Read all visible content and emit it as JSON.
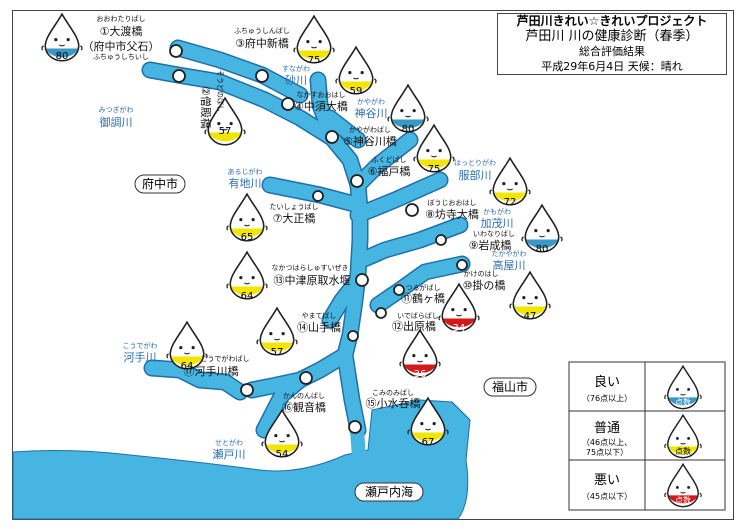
{
  "header": {
    "project": "芦田川きれい☆きれいプロジェクト",
    "title": "芦田川 川の健康診断（春季）",
    "subtitle": "総合評価結果",
    "date_weather": "平成29年6月4日 天候：晴れ"
  },
  "cities": {
    "fuchu": "府中市",
    "fukuyama": "福山市"
  },
  "sea": "瀬戸内海",
  "legend": [
    {
      "label": "良い",
      "range": "（76点以上）",
      "score_text": "点数",
      "color": "#3a98c4"
    },
    {
      "label": "普通",
      "range_line1": "（46点以上、",
      "range_line2": "75点以下）",
      "score_text": "点数",
      "color": "#f2e600"
    },
    {
      "label": "悪い",
      "range": "（45点以下）",
      "score_text": "点数",
      "color": "#d31a1a"
    }
  ],
  "colors": {
    "good": "#3a98c4",
    "normal": "#f2e600",
    "bad": "#d31a1a",
    "river": "#46b5e1",
    "river_stroke": "#1f6fa8",
    "river_label": "#2a6eb0"
  },
  "rivers": [
    {
      "ruby": "みつぎがわ",
      "name": "御調川"
    },
    {
      "ruby": "すながわ",
      "name": "砂川"
    },
    {
      "ruby": "かやがわ",
      "name": "神谷川"
    },
    {
      "ruby": "あるじがわ",
      "name": "有地川"
    },
    {
      "ruby": "はっとりがわ",
      "name": "服部川"
    },
    {
      "ruby": "かもがわ",
      "name": "加茂川"
    },
    {
      "ruby": "たかやがわ",
      "name": "高屋川"
    },
    {
      "ruby": "こうでがわ",
      "name": "河手川"
    },
    {
      "ruby": "せとがわ",
      "name": "瀬戸川"
    }
  ],
  "stations": [
    {
      "ruby": "おおわたりばし",
      "name": "①大渡橋",
      "extra": "（府中市父石）",
      "extra_ruby": "ふちゅうしちいし",
      "score": "80",
      "level": "good"
    },
    {
      "ruby": "そうどのばし",
      "name": "②僧殿橋",
      "score": "57",
      "level": "normal"
    },
    {
      "ruby": "ふちゅうしんばし",
      "name": "③府中新橋",
      "score": "75",
      "level": "normal"
    },
    {
      "ruby": "なかすおおはし",
      "name": "④中須大橋",
      "score": "59",
      "level": "normal"
    },
    {
      "ruby": "かやがわばし",
      "name": "⑤神谷川橋",
      "score": "80",
      "level": "good"
    },
    {
      "ruby": "ふくどばし",
      "name": "⑥福戸橋",
      "score": "75",
      "level": "normal"
    },
    {
      "ruby": "たいしょうばし",
      "name": "⑦大正橋",
      "score": "65",
      "level": "normal"
    },
    {
      "ruby": "ぼうじおおはし",
      "name": "⑧坊寺大橋",
      "score": "72",
      "level": "normal"
    },
    {
      "ruby": "いわなりばし",
      "name": "⑨岩成橋",
      "score": "80",
      "level": "good"
    },
    {
      "ruby": "かけのはし",
      "name": "⑩掛の橋",
      "score": "47",
      "level": "normal"
    },
    {
      "ruby": "つるがばし",
      "name": "⑪鶴ヶ橋",
      "score": "34",
      "level": "bad"
    },
    {
      "ruby": "いでばらばし",
      "name": "⑫出原橋",
      "score": "36",
      "level": "bad"
    },
    {
      "ruby": "なかつはらしゅすいぜき",
      "name": "⑬中津原取水堰",
      "score": "64",
      "level": "normal"
    },
    {
      "ruby": "やまてばし",
      "name": "⑭山手橋",
      "score": "57",
      "level": "normal"
    },
    {
      "ruby": "こみのみばし",
      "name": "⑮小水呑橋",
      "score": "67",
      "level": "normal"
    },
    {
      "ruby": "かんのんばし",
      "name": "⑯観音橋",
      "score": "54",
      "level": "normal"
    },
    {
      "ruby": "こうでがわばし",
      "name": "⑰河手川橋",
      "score": "64",
      "level": "normal"
    }
  ]
}
